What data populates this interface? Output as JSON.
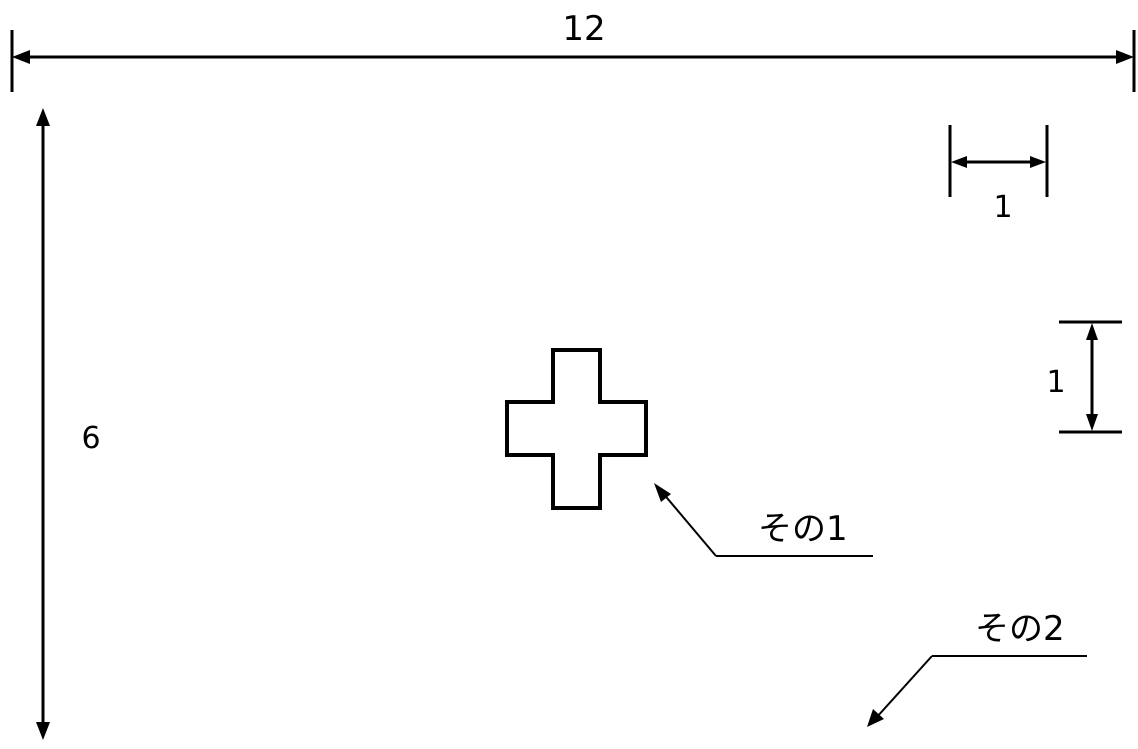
{
  "dimensions": {
    "width_label": "12",
    "height_label": "6",
    "unit_width_label": "1",
    "unit_height_label": "1"
  },
  "callouts": {
    "shape1_label": "その1",
    "shape2_label": "その2"
  },
  "colors": {
    "ink": "#000000",
    "background": "#ffffff"
  }
}
